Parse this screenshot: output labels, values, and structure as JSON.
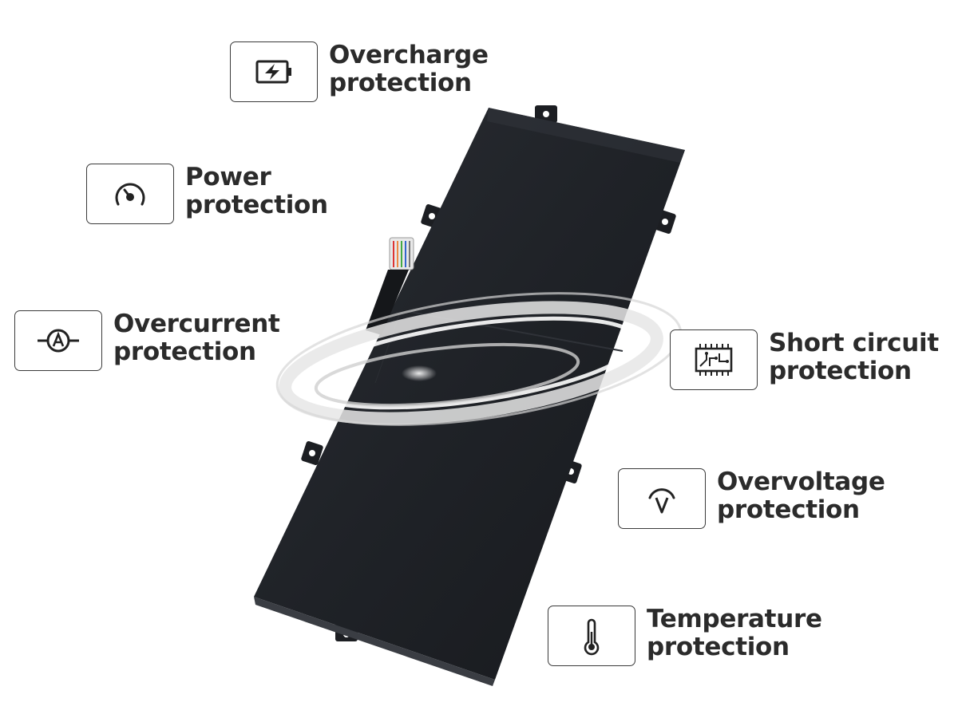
{
  "features": [
    {
      "id": "overcharge",
      "icon": "battery-charge-icon",
      "line1": "Overcharge",
      "line2": "protection"
    },
    {
      "id": "power",
      "icon": "gauge-icon",
      "line1": "Power",
      "line2": "protection"
    },
    {
      "id": "overcurrent",
      "icon": "ammeter-icon",
      "line1": "Overcurrent",
      "line2": "protection"
    },
    {
      "id": "short-circuit",
      "icon": "circuit-board-icon",
      "line1": "Short circuit",
      "line2": "protection"
    },
    {
      "id": "overvoltage",
      "icon": "voltmeter-icon",
      "line1": "Overvoltage",
      "line2": "protection"
    },
    {
      "id": "temperature",
      "icon": "thermometer-icon",
      "line1": "Temperature",
      "line2": "protection"
    }
  ],
  "colors": {
    "battery": "#1e2024",
    "text": "#2b2b2b",
    "border": "#3a3a3a"
  }
}
